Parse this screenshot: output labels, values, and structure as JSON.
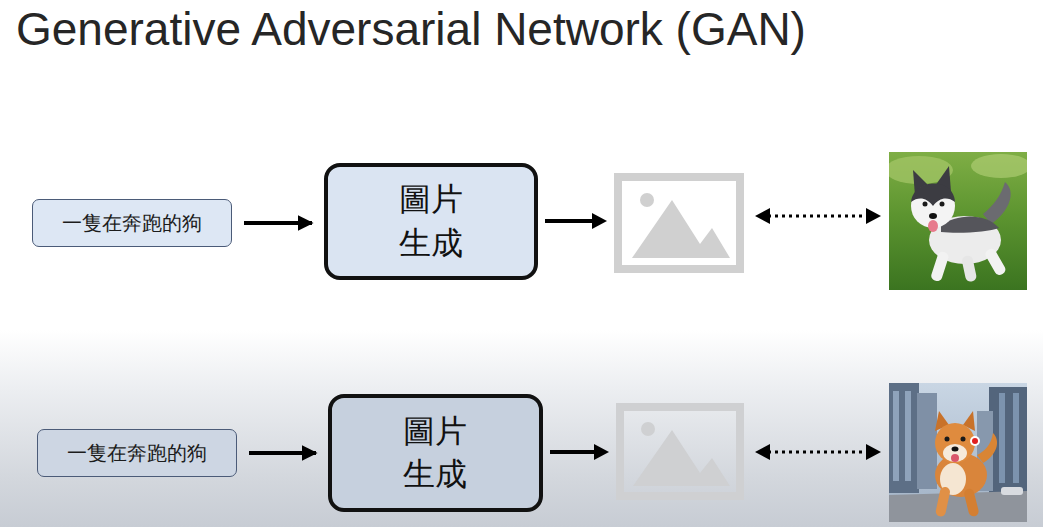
{
  "diagram": {
    "title": "Generative Adversarial Network (GAN)",
    "nodes": [
      {
        "text": [
          "一隻在奔跑的狗"
        ]
      },
      {
        "text": [
          "圖片 生成"
        ]
      },
      {
        "text": [
          "一隻在奔跑的狗"
        ]
      },
      {
        "text": [
          "圖片 生成"
        ]
      }
    ],
    "edges": [
      {
        "from": 0,
        "to": 1,
        "arrow": "to"
      },
      {
        "from": 2,
        "to": 3,
        "arrow": "to"
      }
    ]
  }
}
